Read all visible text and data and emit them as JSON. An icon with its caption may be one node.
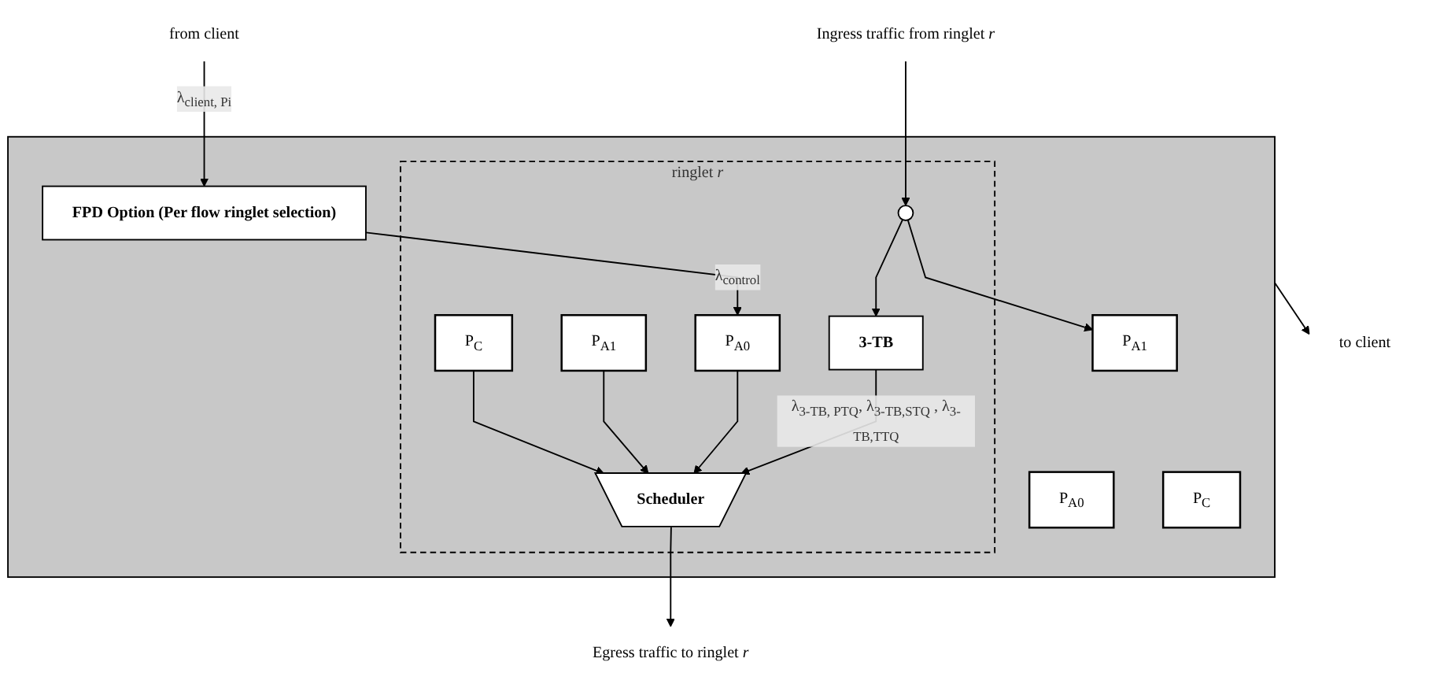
{
  "diagram": {
    "nodes": [
      {
        "text": [],
        "shape": "box"
      },
      {
        "text": [
          "to client"
        ]
      },
      {
        "text": [
          "from client"
        ]
      },
      {
        "text": [
          "P$_{A0}$"
        ],
        "in": 0
      },
      {
        "text": [
          "P$_{A1}$"
        ],
        "in": 0
      },
      {
        "text": [
          "P$_{C}$"
        ],
        "in": 0
      },
      {
        "text": [
          "FPD Option (Per flow ringlet selection)"
        ],
        "in": 0
      },
      {
        "text": [
          "ringlet *r*"
        ],
        "in": 0
      },
      {
        "text": [],
        "shape": "circle",
        "in": 7
      },
      {
        "text": [
          "3-TB"
        ],
        "in": 7
      },
      {
        "text": [
          "P$_{A0}$"
        ],
        "in": 7
      },
      {
        "text": [
          "P$_{A1}$"
        ],
        "in": 7
      },
      {
        "text": [
          "P$_{C}$"
        ],
        "in": 7
      },
      {
        "text": [
          "Scheduler"
        ],
        "in": 7
      },
      {
        "text": [
          "Ingress traffic from ringlet *r*"
        ]
      },
      {
        "text": [
          "Egress traffic to ringlet *r*"
        ]
      }
    ],
    "edges": [
      {
        "from": 0,
        "to": 1,
        "arrow": "to"
      },
      {
        "from": 2,
        "to": 6,
        "arrow": "to",
        "label": "λ$_{client, Pi}$"
      },
      {
        "from": 6,
        "to": 10,
        "arrow": "to",
        "label": "λ$_{control}$"
      },
      {
        "from": 8,
        "to": 4,
        "arrow": "to"
      },
      {
        "from": 8,
        "to": 9,
        "arrow": "to"
      },
      {
        "from": 9,
        "to": 13,
        "arrow": "to",
        "label": "λ$_{3-TB, PTQ}$, λ$_{3-TB,STQ}$ , λ$_{3-TB,TTQ}$"
      },
      {
        "from": 10,
        "to": 13,
        "arrow": "to"
      },
      {
        "from": 11,
        "to": 13,
        "arrow": "to"
      },
      {
        "from": 12,
        "to": 13,
        "arrow": "to"
      },
      {
        "from": 14,
        "to": 8,
        "arrow": "to"
      },
      {
        "from": 13,
        "to": 15,
        "arrow": "to"
      }
    ]
  }
}
